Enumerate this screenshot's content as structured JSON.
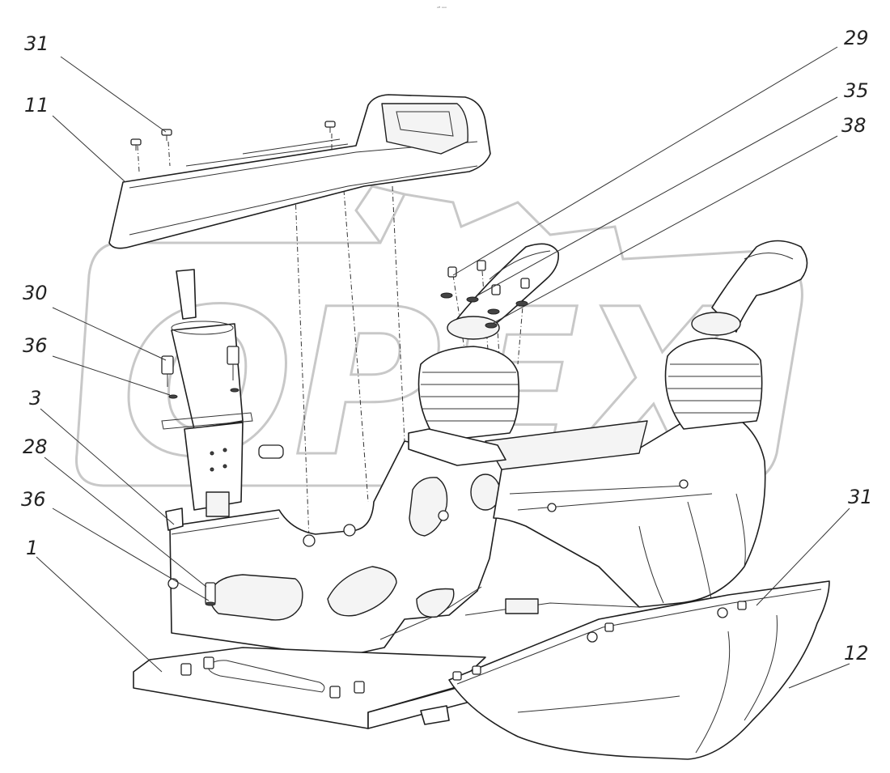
{
  "header_text": "ᵒᴿ ᵒᵒᵒ",
  "watermark": "OPEX",
  "callouts": [
    {
      "id": "c31a",
      "label": "31"
    },
    {
      "id": "c11",
      "label": "11"
    },
    {
      "id": "c30",
      "label": "30"
    },
    {
      "id": "c36a",
      "label": "36"
    },
    {
      "id": "c3",
      "label": "3"
    },
    {
      "id": "c28",
      "label": "28"
    },
    {
      "id": "c36b",
      "label": "36"
    },
    {
      "id": "c1",
      "label": "1"
    },
    {
      "id": "c29",
      "label": "29"
    },
    {
      "id": "c35",
      "label": "35"
    },
    {
      "id": "c38",
      "label": "38"
    },
    {
      "id": "c31b",
      "label": "31"
    },
    {
      "id": "c12",
      "label": "12"
    }
  ]
}
